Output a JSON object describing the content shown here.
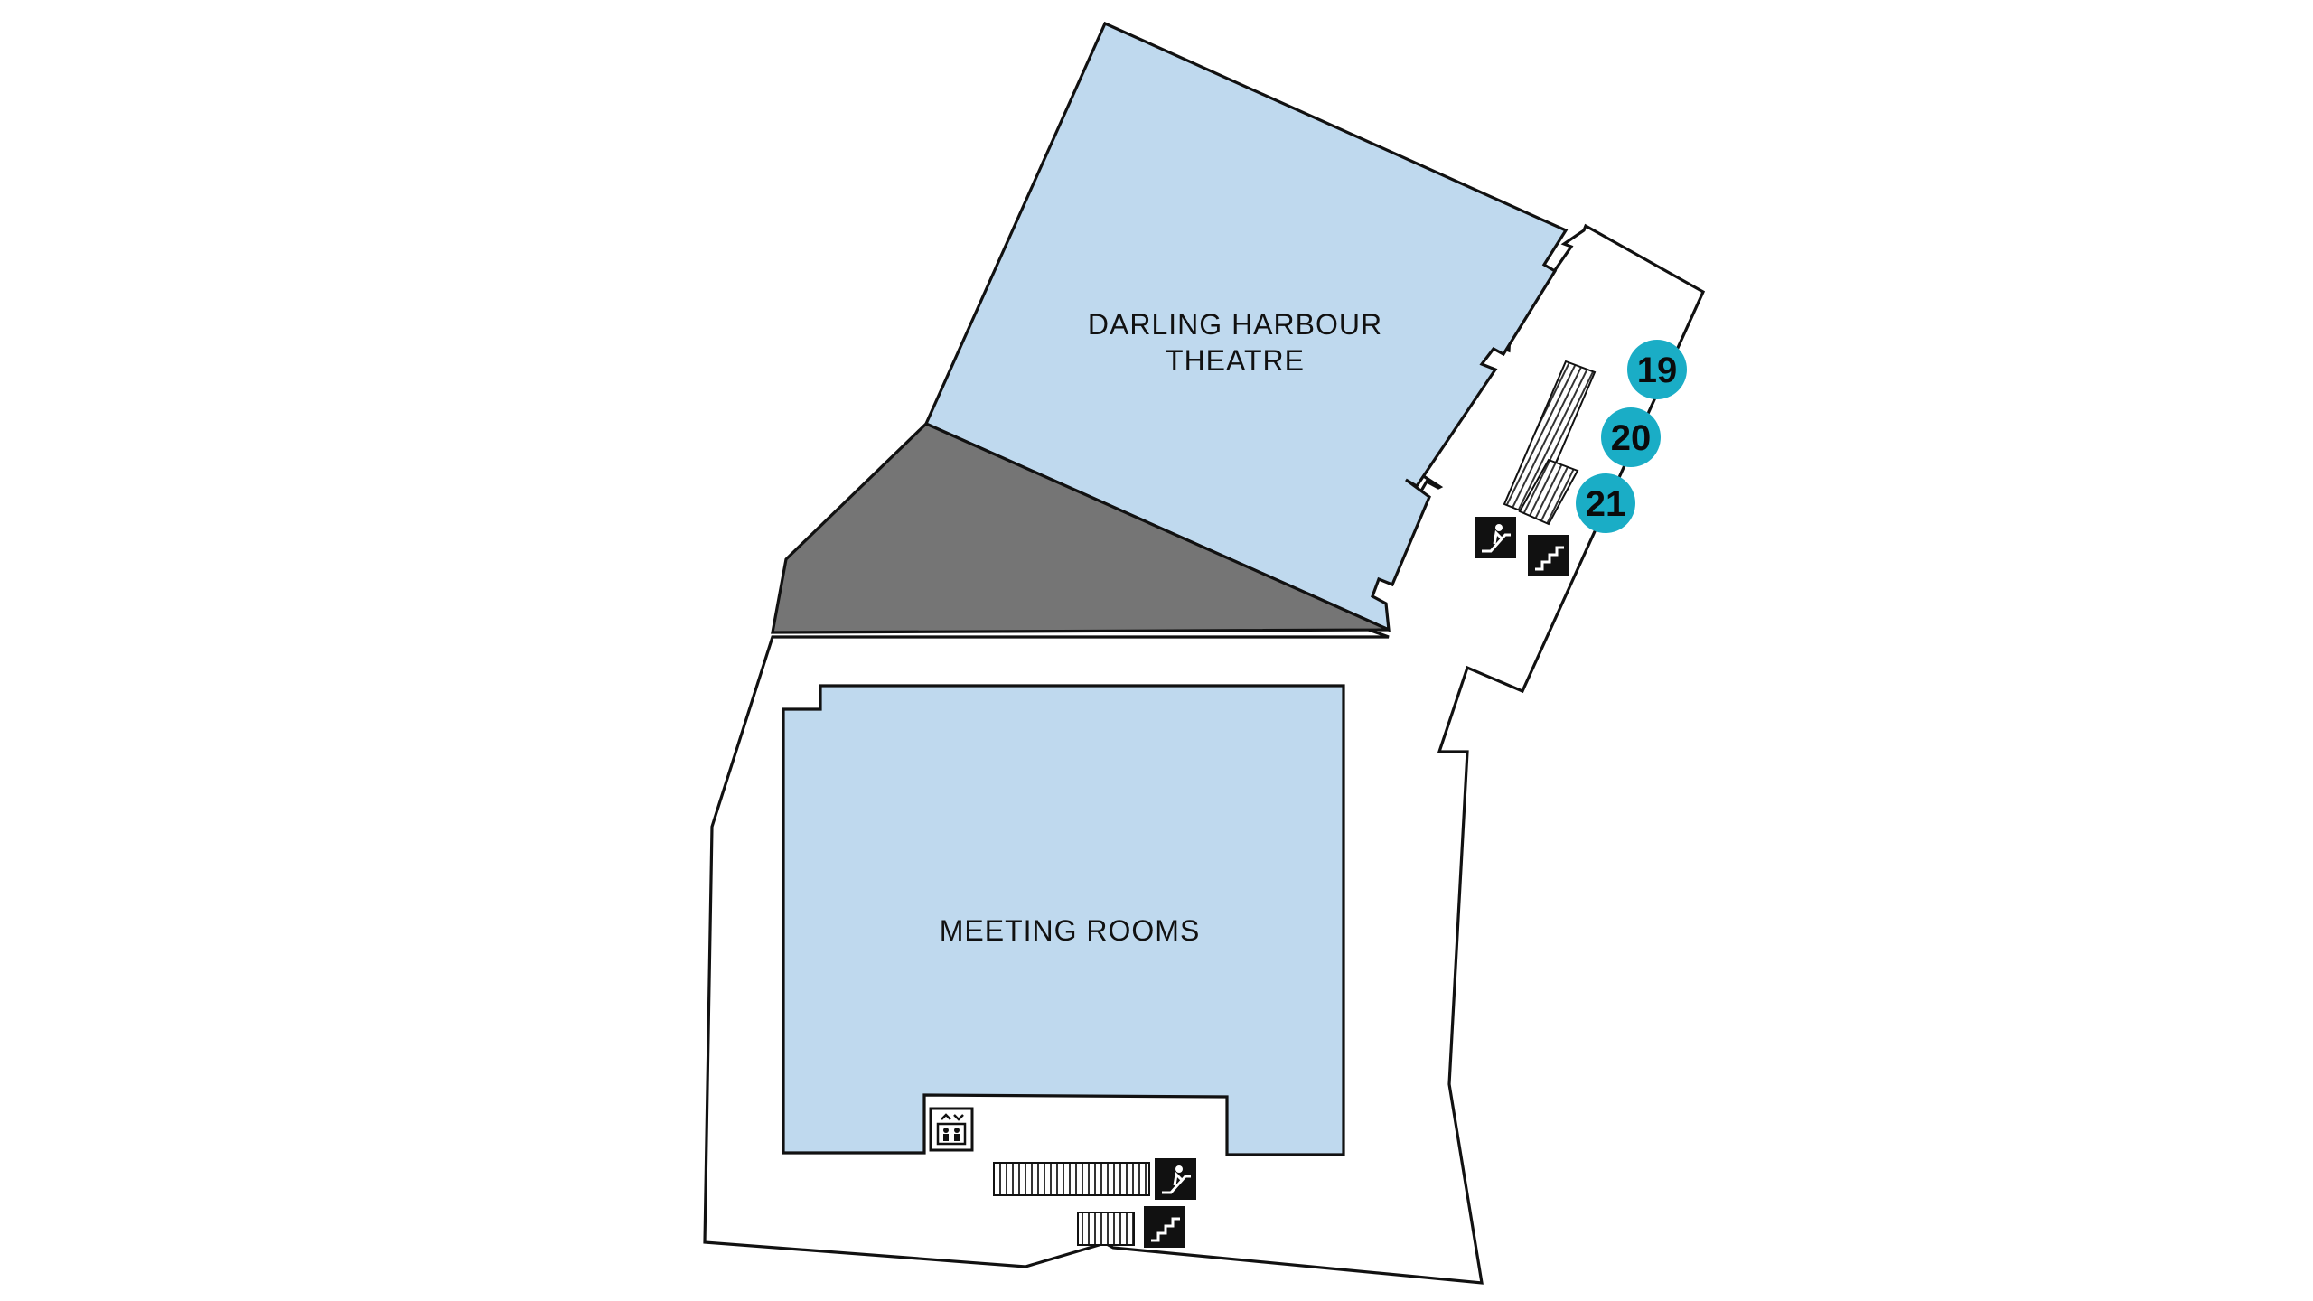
{
  "map": {
    "rooms": [
      {
        "id": "darling-harbour-theatre",
        "label_line1": "DARLING HARBOUR",
        "label_line2": "THEATRE"
      },
      {
        "id": "meeting-rooms",
        "label": "MEETING ROOMS"
      }
    ],
    "entry_badges": [
      "19",
      "20",
      "21"
    ],
    "icons": [
      "escalator-icon",
      "stairs-icon",
      "elevator-icon"
    ],
    "colors": {
      "room_fill": "#BFD9EE",
      "restricted_fill": "#757575",
      "badge_fill": "#1AADC6",
      "outline": "#111111",
      "icon_bg": "#111111"
    }
  }
}
